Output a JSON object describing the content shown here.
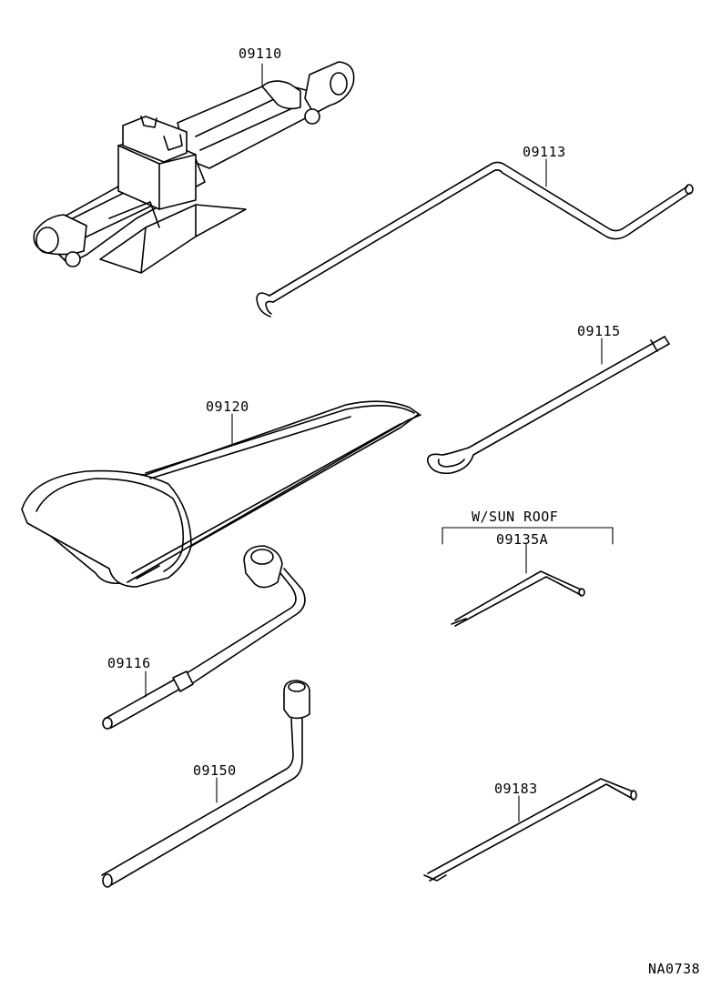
{
  "parts": [
    {
      "number": "09110",
      "name_icon": "scissor-jack-icon"
    },
    {
      "number": "09113",
      "name_icon": "jack-handle-rod-icon"
    },
    {
      "number": "09115",
      "name_icon": "jack-handle-extension-icon"
    },
    {
      "number": "09120",
      "name_icon": "tool-bag-icon"
    },
    {
      "number": "09116",
      "name_icon": "handle-extension-icon"
    },
    {
      "number": "09150",
      "name_icon": "wheel-nut-wrench-icon"
    },
    {
      "number": "09183",
      "name_icon": "pry-bar-icon"
    }
  ],
  "sunroof_group": {
    "title": "W/SUN ROOF",
    "part_number": "09135A",
    "icon": "sunroof-wrench-icon"
  },
  "reference_code": "NA0738"
}
